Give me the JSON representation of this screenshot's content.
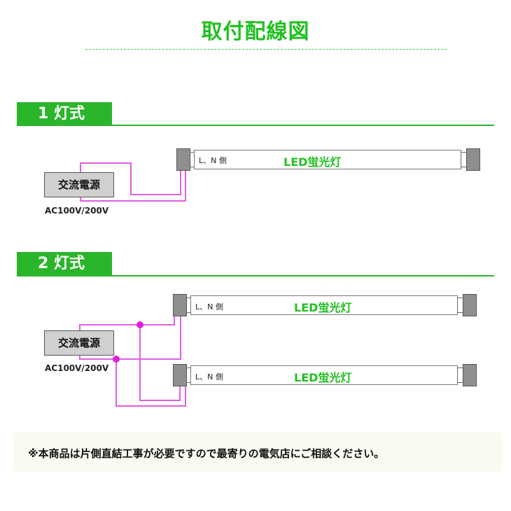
{
  "title": "取付配線図",
  "sections": [
    {
      "heading": "1 灯式",
      "power": {
        "label": "交流電源",
        "voltage": "AC100V/200V"
      },
      "tubes": [
        {
          "side_label": "L、N 側",
          "name": "LED蛍光灯"
        }
      ]
    },
    {
      "heading": "2 灯式",
      "power": {
        "label": "交流電源",
        "voltage": "AC100V/200V"
      },
      "tubes": [
        {
          "side_label": "L、N 側",
          "name": "LED蛍光灯"
        },
        {
          "side_label": "L、N 側",
          "name": "LED蛍光灯"
        }
      ]
    }
  ],
  "note": "※本商品は片側直結工事が必要ですので最寄りの電気店にご相談ください。",
  "colors": {
    "accent_green": "#2ab52a",
    "wire": "#e05ee0",
    "junction": "#e020e0"
  }
}
